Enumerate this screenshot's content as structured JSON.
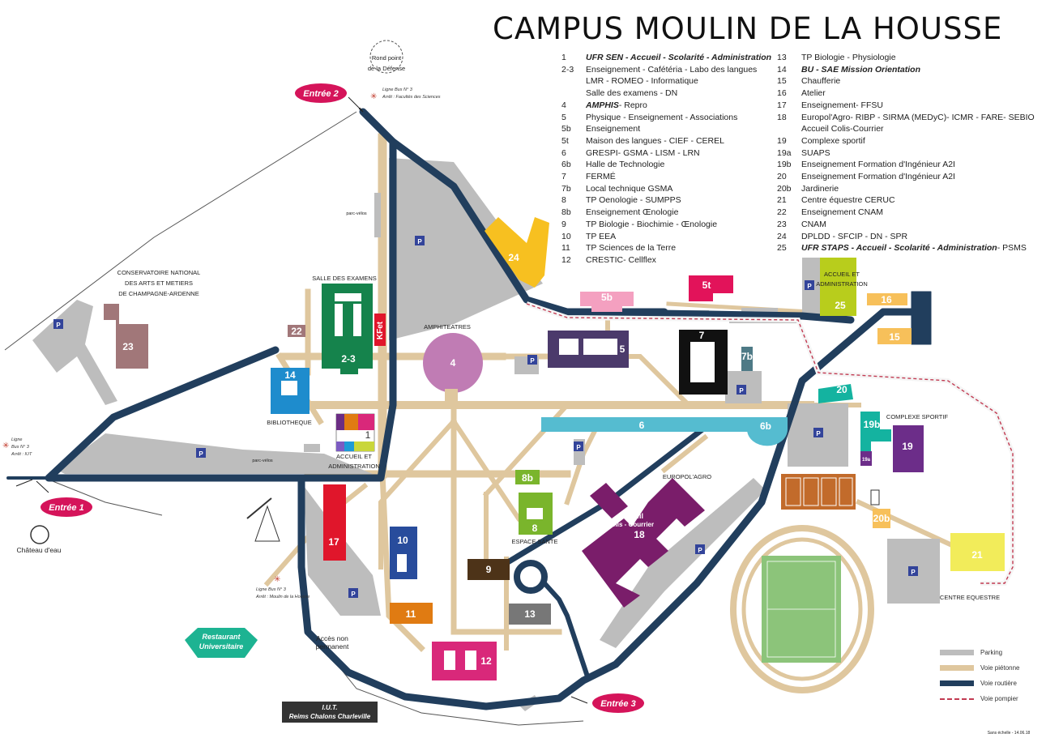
{
  "title": "CAMPUS MOULIN DE LA HOUSSE",
  "legend_left": [
    {
      "num": "1",
      "text": "UFR SEN - Accueil - Scolarité - Administration",
      "bold": true
    },
    {
      "num": "2-3",
      "text": "Enseignement - Cafétéria - Labo des langues"
    },
    {
      "num": "",
      "text": "LMR - ROMEO - Informatique"
    },
    {
      "num": "",
      "text": "Salle des examens - DN"
    },
    {
      "num": "4",
      "text": "AMPHIS",
      "tail": " - Repro",
      "bold_head": true
    },
    {
      "num": "5",
      "text": "Physique - Enseignement - Associations"
    },
    {
      "num": "5b",
      "text": "Enseignement"
    },
    {
      "num": "5t",
      "text": "Maison des langues - CIEF - CEREL"
    },
    {
      "num": "6",
      "text": "GRESPI-  GSMA - LISM - LRN"
    },
    {
      "num": "6b",
      "text": "Halle de Technologie"
    },
    {
      "num": "7",
      "text": "FERMÉ"
    },
    {
      "num": "7b",
      "text": "Local technique GSMA"
    },
    {
      "num": "8",
      "text": "TP Oenologie - SUMPPS"
    },
    {
      "num": "8b",
      "text": "Enseignement Œnologie"
    },
    {
      "num": "9",
      "text": "TP Biologie - Biochimie - Œnologie"
    },
    {
      "num": "10",
      "text": "TP EEA"
    },
    {
      "num": "11",
      "text": "TP Sciences de la Terre"
    },
    {
      "num": "12",
      "text": "CRESTIC- Cellflex"
    }
  ],
  "legend_right": [
    {
      "num": "13",
      "text": "TP Biologie - Physiologie"
    },
    {
      "num": "14",
      "text": "BU - SAE Mission Orientation",
      "bold": true
    },
    {
      "num": "15",
      "text": "Chaufferie"
    },
    {
      "num": "16",
      "text": "Atelier"
    },
    {
      "num": "17",
      "text": "Enseignement- FFSU"
    },
    {
      "num": "18",
      "text": "Europol'Agro- RIBP - SIRMA (MEDyC)- ICMR - FARE- SEBIO"
    },
    {
      "num": "",
      "text": "Accueil Colis-Courrier"
    },
    {
      "num": "19",
      "text": "Complexe sportif"
    },
    {
      "num": "19a",
      "text": "SUAPS"
    },
    {
      "num": "19b",
      "text": "Enseignement Formation d'Ingénieur A2I"
    },
    {
      "num": "20",
      "text": "Enseignement Formation d'Ingénieur A2I"
    },
    {
      "num": "20b",
      "text": "Jardinerie"
    },
    {
      "num": "21",
      "text": "Centre équestre  CERUC"
    },
    {
      "num": "22",
      "text": "Enseignement CNAM"
    },
    {
      "num": "23",
      "text": "CNAM"
    },
    {
      "num": "24",
      "text": "DPLDD - SFCIP - DN - SPR"
    },
    {
      "num": "25",
      "text": "UFR STAPS - Accueil - Scolarité - Administration",
      "tail": " - PSMS",
      "bold_head": true
    }
  ],
  "labels": {
    "entree1": "Entrée 1",
    "entree2": "Entrée 2",
    "entree3": "Entrée 3",
    "rond_point_1": "Rond point",
    "rond_point_2": "de la Défense",
    "bus_top_1": "Ligne Bus N° 3",
    "bus_top_2": "Arrêt : Facultés des Sciences",
    "bus_left_1": "Ligne",
    "bus_left_2": "Bus N° 3",
    "bus_left_3": "Arrêt : IUT",
    "bus_bottom_1": "Ligne Bus N° 3",
    "bus_bottom_2": "Arrêt : Moulin de la Housse",
    "conservatoire_1": "CONSERVATOIRE NATIONAL",
    "conservatoire_2": "DES ARTS ET METIERS",
    "conservatoire_3": "DE CHAMPAGNE-ARDENNE",
    "salle_examens": "SALLE DES EXAMENS",
    "amphitheatres": "AMPHITEATRES",
    "bibliotheque": "BIBLIOTHEQUE",
    "accueil_admin_1": "ACCUEIL ET",
    "accueil_admin_2": "ADMINISTRATION",
    "accueil_25_1": "ACCUEIL ET",
    "accueil_25_2": "ADMINISTRATION",
    "parc_velos": "parc-vélos",
    "parc_velos2": "parc-vélos",
    "kfet": "KFet",
    "europol": "EUROPOL'AGRO",
    "espace_sante": "ESPACE SANTE",
    "accueil_colis_1": "Accueil",
    "accueil_colis_2": "Colis - Courrier",
    "complexe": "COMPLEXE SPORTIF",
    "centre_equestre": "CENTRE EQUESTRE",
    "chateau": "Château d'eau",
    "acces_1": "Accès non",
    "acces_2": "permanent",
    "resto_1": "Restaurant",
    "resto_2": "Universitaire",
    "iut_1": "I.U.T.",
    "iut_2": "Reims Chalons Charleville",
    "scale": "Sans échelle - 14.06.18",
    "p": "P",
    "b1": "1",
    "b23": "2-3",
    "b4": "4",
    "b5": "5",
    "b5b": "5b",
    "b5t": "5t",
    "b6": "6",
    "b6b": "6b",
    "b7": "7",
    "b7b": "7b",
    "b8": "8",
    "b8b": "8b",
    "b9": "9",
    "b10": "10",
    "b11": "11",
    "b12": "12",
    "b13": "13",
    "b14": "14",
    "b15": "15",
    "b16": "16",
    "b17": "17",
    "b18": "18",
    "b19": "19",
    "b19a": "19a",
    "b19b": "19b",
    "b20": "20",
    "b20b": "20b",
    "b21": "21",
    "b22": "22",
    "b23n": "23",
    "b24": "24",
    "b25": "25"
  },
  "key": [
    {
      "label": "Parking",
      "color": "#bdbdbd"
    },
    {
      "label": "Voie piétonne",
      "color": "#dfc79e"
    },
    {
      "label": "Voie routière",
      "color": "#213e5d"
    },
    {
      "label": "Voie pompier",
      "color": "#c23b52"
    }
  ],
  "colors": {
    "road": "#213e5d",
    "path": "#dfc79e",
    "parking": "#bdbdbd",
    "entry": "#d5145a",
    "resto": "#1db392"
  }
}
